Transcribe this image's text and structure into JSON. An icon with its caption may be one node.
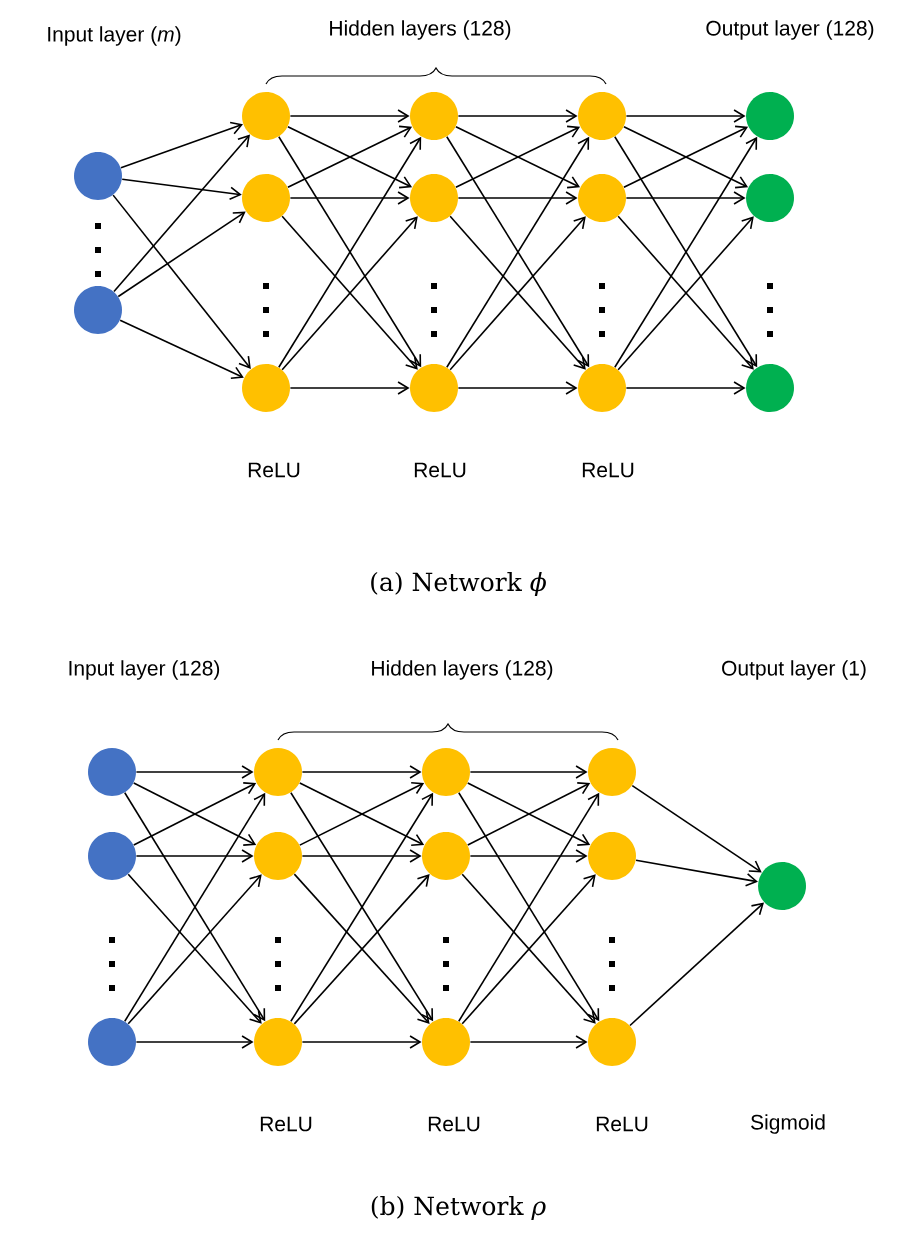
{
  "diagram": {
    "nodes": [
      {
        "text": [],
        "shape": "circle"
      },
      {
        "text": [],
        "shape": "circle"
      },
      {
        "text": [],
        "shape": "circle"
      },
      {
        "text": [],
        "shape": "circle"
      },
      {
        "text": [],
        "shape": "circle"
      },
      {
        "text": [],
        "shape": "circle"
      },
      {
        "text": [],
        "shape": "circle"
      },
      {
        "text": [],
        "shape": "circle"
      },
      {
        "text": [],
        "shape": "circle"
      },
      {
        "text": [],
        "shape": "circle"
      },
      {
        "text": [],
        "shape": "circle"
      },
      {
        "text": [],
        "shape": "circle"
      },
      {
        "text": [],
        "shape": "circle"
      },
      {
        "text": [],
        "shape": "circle"
      },
      {
        "text": [],
        "shape": "circle"
      },
      {
        "text": [],
        "shape": "circle"
      },
      {
        "text": [],
        "shape": "circle"
      },
      {
        "text": [],
        "shape": "circle"
      },
      {
        "text": [],
        "shape": "circle"
      },
      {
        "text": [],
        "shape": "circle"
      },
      {
        "text": [],
        "shape": "circle"
      },
      {
        "text": [],
        "shape": "circle"
      },
      {
        "text": [],
        "shape": "circle"
      },
      {
        "text": [],
        "shape": "circle"
      },
      {
        "text": [],
        "shape": "circle"
      },
      {
        "text": [],
        "shape": "circle"
      },
      {
        "text": [],
        "shape": "circle"
      }
    ],
    "edges": [
      {
        "from": 0,
        "to": 2,
        "arrow": "to"
      },
      {
        "from": 0,
        "to": 3,
        "arrow": "to"
      },
      {
        "from": 0,
        "to": 4,
        "arrow": "to"
      },
      {
        "from": 1,
        "to": 2,
        "arrow": "to"
      },
      {
        "from": 1,
        "to": 3,
        "arrow": "to"
      },
      {
        "from": 1,
        "to": 4,
        "arrow": "to"
      },
      {
        "from": 2,
        "to": 5,
        "arrow": "to"
      },
      {
        "from": 2,
        "to": 6,
        "arrow": "to"
      },
      {
        "from": 2,
        "to": 7,
        "arrow": "to"
      },
      {
        "from": 3,
        "to": 5,
        "arrow": "to"
      },
      {
        "from": 3,
        "to": 6,
        "arrow": "to"
      },
      {
        "from": 3,
        "to": 7,
        "arrow": "to"
      },
      {
        "from": 4,
        "to": 5,
        "arrow": "to"
      },
      {
        "from": 4,
        "to": 6,
        "arrow": "to"
      },
      {
        "from": 4,
        "to": 7,
        "arrow": "to"
      },
      {
        "from": 5,
        "to": 8,
        "arrow": "to"
      },
      {
        "from": 5,
        "to": 9,
        "arrow": "to"
      },
      {
        "from": 5,
        "to": 10,
        "arrow": "to"
      },
      {
        "from": 6,
        "to": 8,
        "arrow": "to"
      },
      {
        "from": 6,
        "to": 9,
        "arrow": "to"
      },
      {
        "from": 6,
        "to": 10,
        "arrow": "to"
      },
      {
        "from": 7,
        "to": 8,
        "arrow": "to"
      },
      {
        "from": 7,
        "to": 9,
        "arrow": "to"
      },
      {
        "from": 7,
        "to": 10,
        "arrow": "to"
      },
      {
        "from": 8,
        "to": 11,
        "arrow": "to"
      },
      {
        "from": 8,
        "to": 12,
        "arrow": "to"
      },
      {
        "from": 8,
        "to": 13,
        "arrow": "to"
      },
      {
        "from": 9,
        "to": 11,
        "arrow": "to"
      },
      {
        "from": 9,
        "to": 12,
        "arrow": "to"
      },
      {
        "from": 9,
        "to": 13,
        "arrow": "to"
      },
      {
        "from": 10,
        "to": 11,
        "arrow": "to"
      },
      {
        "from": 10,
        "to": 12,
        "arrow": "to"
      },
      {
        "from": 10,
        "to": 13,
        "arrow": "to"
      },
      {
        "from": 14,
        "to": 17,
        "arrow": "to"
      },
      {
        "from": 14,
        "to": 18,
        "arrow": "to"
      },
      {
        "from": 14,
        "to": 19,
        "arrow": "to"
      },
      {
        "from": 15,
        "to": 17,
        "arrow": "to"
      },
      {
        "from": 15,
        "to": 18,
        "arrow": "to"
      },
      {
        "from": 15,
        "to": 19,
        "arrow": "to"
      },
      {
        "from": 16,
        "to": 17,
        "arrow": "to"
      },
      {
        "from": 16,
        "to": 18,
        "arrow": "to"
      },
      {
        "from": 16,
        "to": 19,
        "arrow": "to"
      },
      {
        "from": 17,
        "to": 20,
        "arrow": "to"
      },
      {
        "from": 17,
        "to": 21,
        "arrow": "to"
      },
      {
        "from": 17,
        "to": 22,
        "arrow": "to"
      },
      {
        "from": 18,
        "to": 20,
        "arrow": "to"
      },
      {
        "from": 18,
        "to": 21,
        "arrow": "to"
      },
      {
        "from": 18,
        "to": 22,
        "arrow": "to"
      },
      {
        "from": 19,
        "to": 20,
        "arrow": "to"
      },
      {
        "from": 19,
        "to": 21,
        "arrow": "to"
      },
      {
        "from": 19,
        "to": 22,
        "arrow": "to"
      },
      {
        "from": 20,
        "to": 23,
        "arrow": "to"
      },
      {
        "from": 20,
        "to": 24,
        "arrow": "to"
      },
      {
        "from": 20,
        "to": 25,
        "arrow": "to"
      },
      {
        "from": 21,
        "to": 23,
        "arrow": "to"
      },
      {
        "from": 21,
        "to": 24,
        "arrow": "to"
      },
      {
        "from": 21,
        "to": 25,
        "arrow": "to"
      },
      {
        "from": 22,
        "to": 23,
        "arrow": "to"
      },
      {
        "from": 22,
        "to": 24,
        "arrow": "to"
      },
      {
        "from": 22,
        "to": 25,
        "arrow": "to"
      },
      {
        "from": 23,
        "to": 26,
        "arrow": "to"
      },
      {
        "from": 24,
        "to": 26,
        "arrow": "to"
      },
      {
        "from": 25,
        "to": 26,
        "arrow": "to"
      }
    ],
    "labels": [
      "Input layer (*m*)",
      "Hidden layers (128)",
      "Output layer (128)",
      "ReLU",
      "ReLU",
      "ReLU",
      "(a) Network *ϕ*",
      "Input layer (128)",
      "Hidden layers (128)",
      "Output layer (1)",
      "ReLU",
      "ReLU",
      "ReLU",
      "Sigmoid",
      "(b) Network *ρ*"
    ]
  }
}
